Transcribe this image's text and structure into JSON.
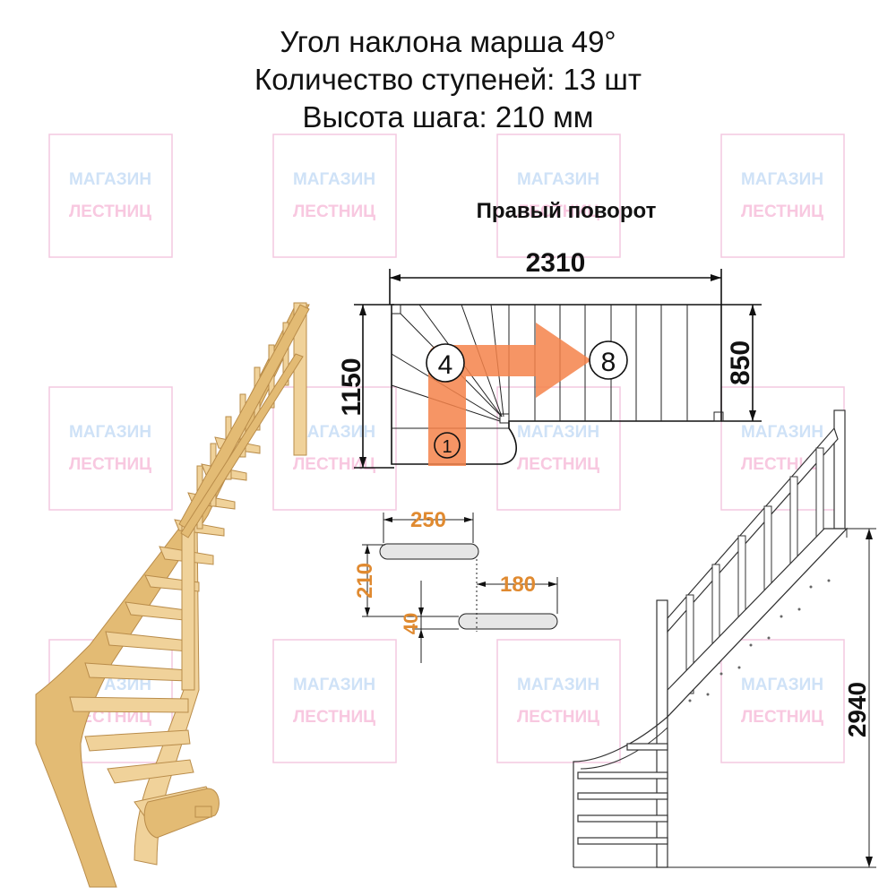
{
  "header": {
    "line1": "Угол наклона марша 49°",
    "line2": "Количество ступеней: 13 шт",
    "line3": "Высота шага: 210 мм"
  },
  "plan": {
    "title": "Правый поворот",
    "width": "2310",
    "height_left": "1150",
    "height_right": "850",
    "step_first": "1",
    "step_turn": "4",
    "step_last": "8",
    "arrow_color": "#f5824a"
  },
  "step_detail": {
    "tread_depth": "250",
    "rise": "210",
    "going": "180",
    "overlap": "40"
  },
  "side_view": {
    "total_height": "2940"
  },
  "watermark": {
    "line1": "МАГАЗИН",
    "line2": "ЛЕСТНИЦ"
  }
}
